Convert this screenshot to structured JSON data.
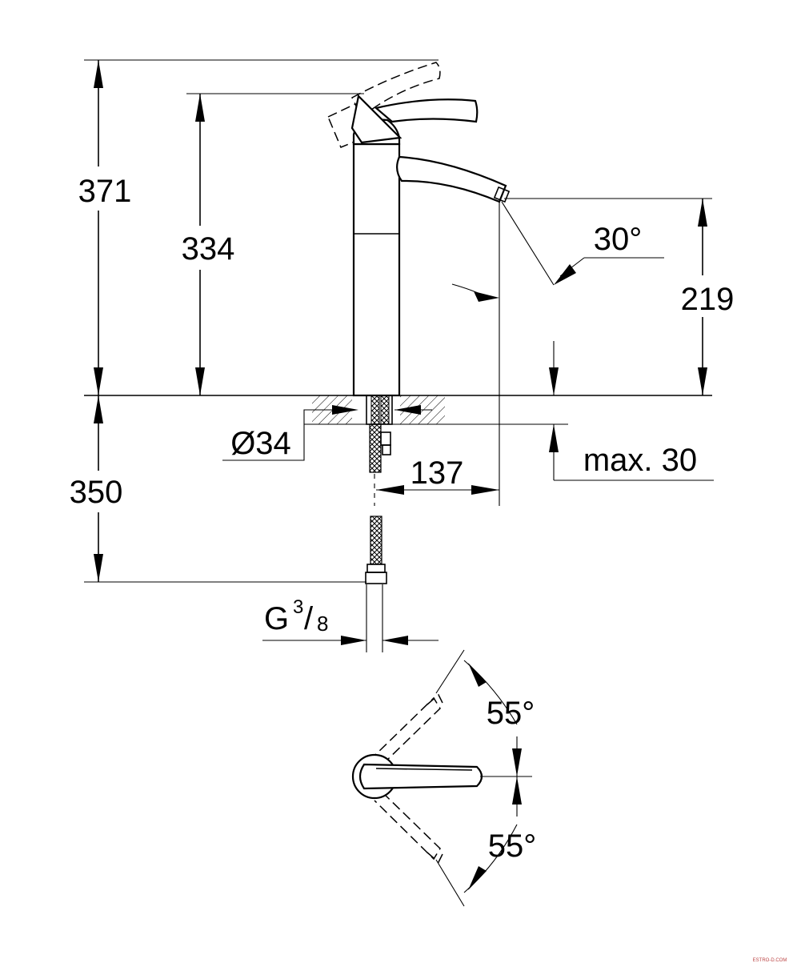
{
  "dimensions": {
    "total_height": "371",
    "body_height": "334",
    "spout_height": "219",
    "below_deck": "350",
    "hole_diameter": "Ø34",
    "spout_reach": "137",
    "deck_thickness": "max. 30",
    "thread_base": "G",
    "thread_num": "3",
    "thread_den": "8",
    "outlet_angle": "30°",
    "lever_angle_top": "55°",
    "lever_angle_bottom": "55°"
  },
  "watermark": "ESTRO-D.COM",
  "colors": {
    "line": "#000000",
    "background": "#ffffff"
  }
}
